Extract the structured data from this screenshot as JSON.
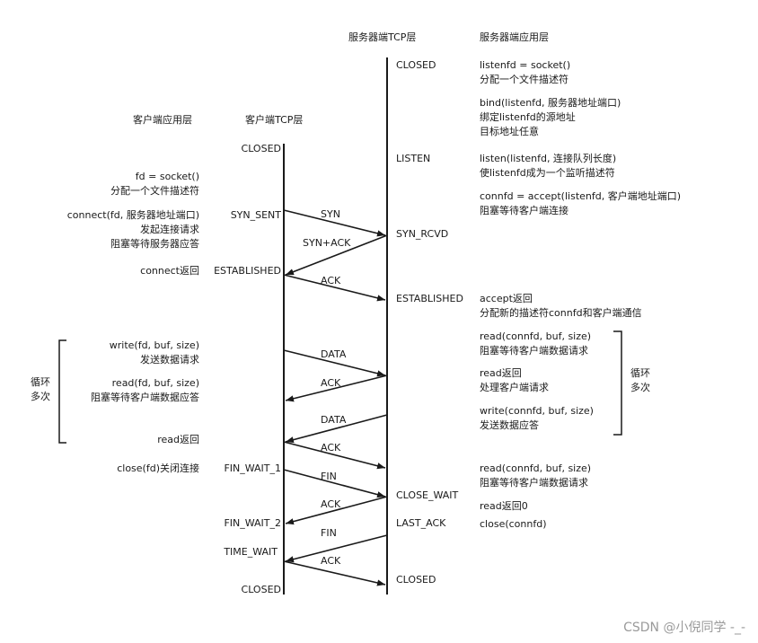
{
  "headers": {
    "client_app": "客户端应用层",
    "client_tcp": "客户端TCP层",
    "server_tcp": "服务器端TCP层",
    "server_app": "服务器端应用层"
  },
  "client_states": {
    "closed_top": "CLOSED",
    "syn_sent": "SYN_SENT",
    "established": "ESTABLISHED",
    "fin_wait_1": "FIN_WAIT_1",
    "fin_wait_2": "FIN_WAIT_2",
    "time_wait": "TIME_WAIT",
    "closed_bottom": "CLOSED"
  },
  "server_states": {
    "closed_top": "CLOSED",
    "listen": "LISTEN",
    "syn_rcvd": "SYN_RCVD",
    "established": "ESTABLISHED",
    "close_wait": "CLOSE_WAIT",
    "last_ack": "LAST_ACK",
    "closed_bottom": "CLOSED"
  },
  "messages": {
    "syn": "SYN",
    "syn_ack": "SYN+ACK",
    "ack_handshake": "ACK",
    "data_1": "DATA",
    "ack_1": "ACK",
    "data_2": "DATA",
    "ack_2": "ACK",
    "fin_1": "FIN",
    "ack_3": "ACK",
    "fin_2": "FIN",
    "ack_4": "ACK"
  },
  "client_app": {
    "socket": "fd = socket()\n分配一个文件描述符",
    "connect": "connect(fd, 服务器地址端口)\n发起连接请求\n阻塞等待服务器应答",
    "connect_return": "connect返回",
    "write": "write(fd, buf, size)\n发送数据请求",
    "read": "read(fd, buf, size)\n阻塞等待客户端数据应答",
    "read_return": "read返回",
    "close": "close(fd)关闭连接"
  },
  "server_app": {
    "socket": "listenfd = socket()\n分配一个文件描述符",
    "bind": "bind(listenfd, 服务器地址端口)\n绑定listenfd的源地址\n目标地址任意",
    "listen": "listen(listenfd, 连接队列长度)\n使listenfd成为一个监听描述符",
    "accept": "connfd = accept(listenfd, 客户端地址端口)\n阻塞等待客户端连接",
    "accept_return": "accept返回\n分配新的描述符connfd和客户端通信",
    "read": "read(connfd, buf, size)\n阻塞等待客户端数据请求",
    "read_return": "read返回\n处理客户端请求",
    "write": "write(connfd, buf, size)\n发送数据应答",
    "read_final": "read(connfd, buf, size)\n阻塞等待客户端数据请求",
    "read_zero": "read返回0",
    "close": "close(connfd)"
  },
  "loop_labels": {
    "left": "循环\n多次",
    "right": "循环\n多次"
  },
  "watermark": "CSDN @小倪同学 -_-"
}
